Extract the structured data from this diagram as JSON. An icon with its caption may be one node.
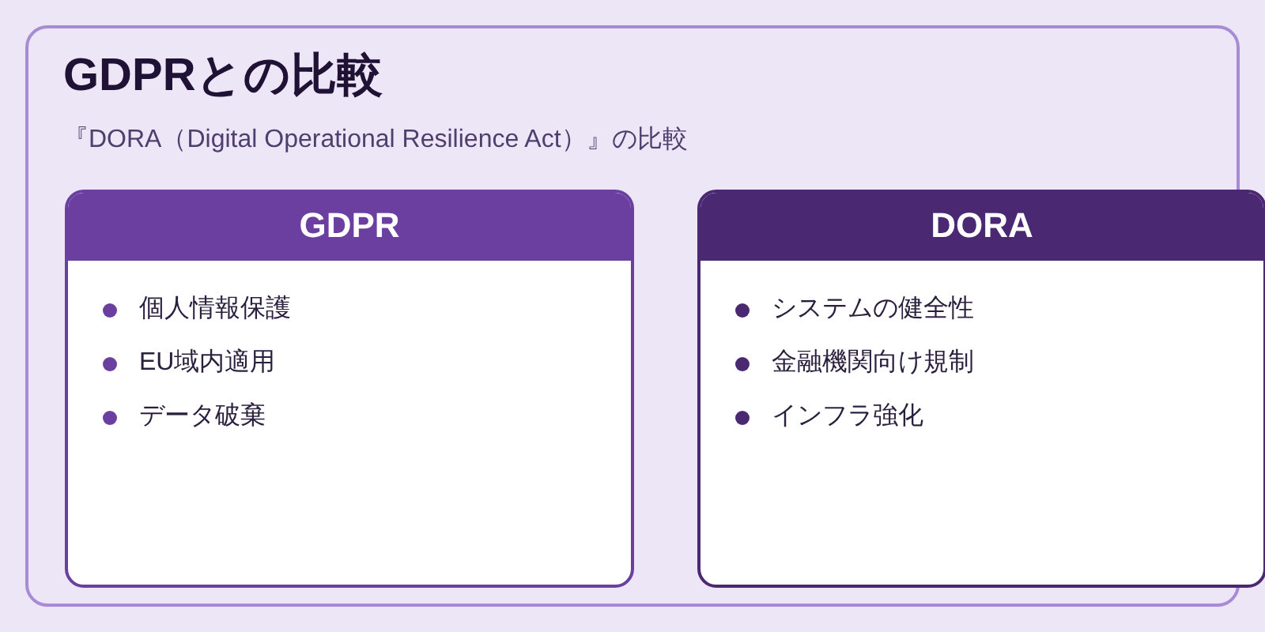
{
  "diagram": {
    "nodes": [
      {
        "text": [
          "GDPRとの比較",
          "『DORA（Digital Operational Resilience Act）』の比較"
        ]
      },
      {
        "text": [
          "GDPR",
          "個人情報保護",
          "EU域内適用",
          "データ破棄"
        ],
        "in": 0
      },
      {
        "text": [
          "DORA",
          "システムの健全性",
          "金融機関向け規制",
          "インフラ強化"
        ],
        "in": 0
      }
    ]
  }
}
